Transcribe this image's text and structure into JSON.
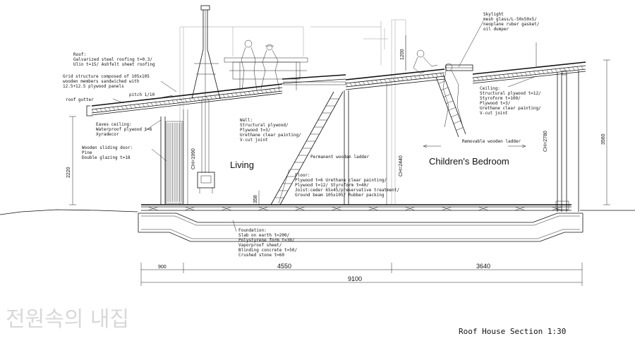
{
  "caption": "Roof House  Section 1:30",
  "watermark": "전원속의 내집",
  "rooms": {
    "living": "Living",
    "bedroom": "Children's Bedroom"
  },
  "annotations": {
    "skylight": [
      "Skylight",
      "mesh glass/L-50x50x5/",
      "neoplane ruber gasket/",
      "oil dumper"
    ],
    "roof": [
      "Roof:",
      "Galvarized steel roofing t=0.3/",
      "Ulin t=15/ Ashfelt sheet roofing"
    ],
    "grid": [
      "Grid structure composed of 105x105",
      "wooden members sandwiched with",
      "12.5+12.5 plywood panels"
    ],
    "pitch": "pitch 1/10",
    "gutter": "roof gutter",
    "ceiling": [
      "Ceiling:",
      "Structural plywood t=12/",
      "Styroform t=100/",
      "Plywood t=3/",
      "Urethane clear painting/",
      "V-cut joint"
    ],
    "eaves": [
      "Eaves ceiling:",
      "Waterproof plywood t=6",
      "Xyradecor"
    ],
    "door": [
      "Wooden sliding door:",
      "Pine",
      "Double glazing t=18"
    ],
    "wall": [
      "Wall:",
      "Structural plywood/",
      "Plywood t=3/",
      "Urethane clear painting/",
      "V-cut joint"
    ],
    "perm_ladder": "Permanent wooden ladder",
    "rem_ladder": "Removable wooden ladder",
    "floor": [
      "Floor:",
      "Plywood t=6 Urethane clear painting/",
      "Plywood t=12/ Styroform t=40/",
      "Joist:ceder 65x45/preservative treatment/",
      "Ground beam 105x105/ Rubber packing"
    ],
    "foundation": [
      "Foundation:",
      "Slab on earth t=200/",
      "Polystyrene form t=30/",
      "Vaporproof sheet/",
      "Blinding concrete t=50/",
      "Crushed stone t=60"
    ]
  },
  "dimensions": {
    "d900": "900",
    "d4550": "4550",
    "d3640": "3640",
    "d9100": "9100",
    "d2220": "2220",
    "d3560": "3560",
    "d1200": "1200",
    "d358": "358",
    "ch1990": "CH=1990",
    "ch2440": "CH=2440",
    "ch2780": "CH=2780"
  }
}
